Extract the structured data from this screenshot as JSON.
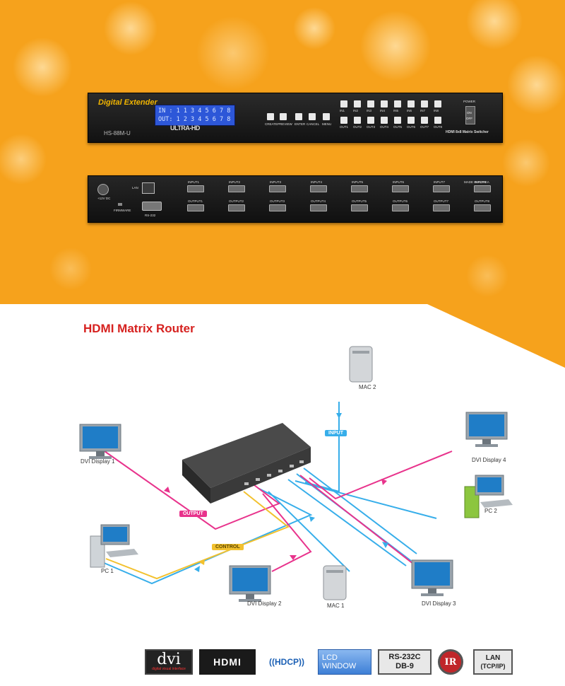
{
  "front_panel": {
    "brand": "Digital Extender",
    "model": "HS-88M-U",
    "sub_brand": "ULTRA-HD",
    "lcd_in": "IN : 1 1 3 4 5 6 7 8",
    "lcd_out": "OUT: 1 2 3 4 5 6 7 8",
    "buttons": [
      "CREATE",
      "PREVIEW",
      "ENTER",
      "CANCEL",
      "MENU"
    ],
    "in_labels": [
      "IN1",
      "IN2",
      "IN3",
      "IN4",
      "IN5",
      "IN6",
      "IN7",
      "IN8"
    ],
    "out_labels": [
      "OUT1",
      "OUT2",
      "OUT3",
      "OUT4",
      "OUT5",
      "OUT6",
      "OUT7",
      "OUT8"
    ],
    "power_label": "POWER",
    "power_on": "ON",
    "power_off": "OFF",
    "product_label": "HDMI 8x8 Matrix Switcher"
  },
  "rear_panel": {
    "dc_label": "+12V DC",
    "lan_label": "LAN",
    "firmware_label": "FIRMWARE",
    "rs232_label": "RS-232",
    "made_in": "MADE IN KOREA",
    "inputs": [
      "INPUT1",
      "INPUT2",
      "INPUT3",
      "INPUT4",
      "INPUT5",
      "INPUT6",
      "INPUT7",
      "INPUT8"
    ],
    "outputs": [
      "OUTPUT1",
      "OUTPUT2",
      "OUTPUT3",
      "OUTPUT4",
      "OUTPUT5",
      "OUTPUT6",
      "OUTPUT7",
      "OUTPUT8"
    ]
  },
  "section_title": "HDMI Matrix Router",
  "diagram": {
    "devices": {
      "dvi1": "DVI Display 1",
      "dvi2": "DVI Display 2",
      "dvi3": "DVI Display 3",
      "dvi4": "DVI Display 4",
      "pc1": "PC 1",
      "pc2": "PC 2",
      "mac1": "MAC 1",
      "mac2": "MAC 2"
    },
    "tags": {
      "input": "INPUT",
      "output": "OUTPUT",
      "control": "CONTROL"
    },
    "colors": {
      "input": "#37aeea",
      "output": "#e8338c",
      "control": "#f2c12e"
    }
  },
  "logos": {
    "dvi": "dvi",
    "dvi_sub": "digital visual interface",
    "hdmi": "HDMI",
    "hdcp": "((HDCP))",
    "lcd_line1": "LCD",
    "lcd_line2": "WINDOW",
    "rs_line1": "RS-232C",
    "rs_line2": "DB-9",
    "ir": "IR",
    "lan_line1": "LAN",
    "lan_line2": "(TCP/IP)"
  },
  "colors": {
    "orange": "#f6a21c",
    "title_red": "#d6211f"
  }
}
